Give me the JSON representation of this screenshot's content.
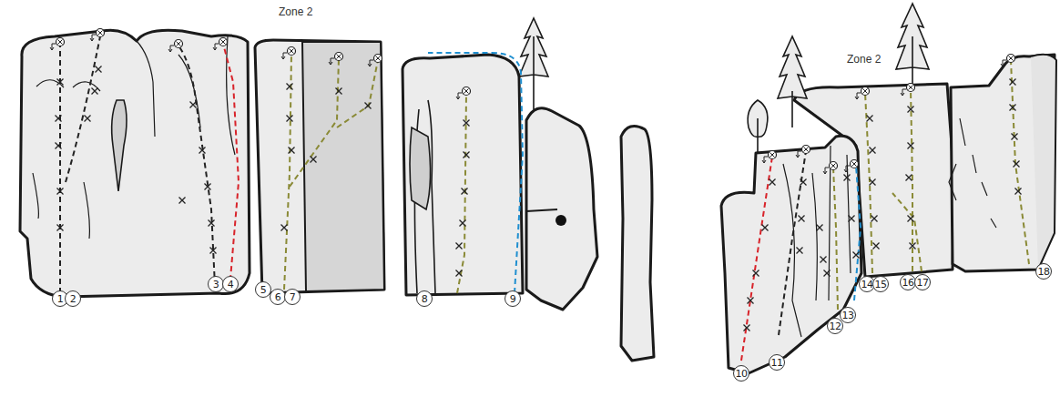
{
  "diagram": {
    "nodes": [
      {
        "text": [
          "1"
        ]
      },
      {
        "text": [
          "2"
        ]
      },
      {
        "text": [
          "3"
        ]
      },
      {
        "text": [
          "4"
        ]
      },
      {
        "text": [
          "5"
        ]
      },
      {
        "text": [
          "6"
        ]
      },
      {
        "text": [
          "7"
        ]
      },
      {
        "text": [
          "8"
        ]
      },
      {
        "text": [
          "9"
        ]
      },
      {
        "text": [
          "10"
        ]
      },
      {
        "text": [
          "11"
        ]
      },
      {
        "text": [
          "12"
        ]
      },
      {
        "text": [
          "13"
        ]
      },
      {
        "text": [
          "14"
        ]
      },
      {
        "text": [
          "15"
        ]
      },
      {
        "text": [
          "16"
        ]
      },
      {
        "text": [
          "17"
        ]
      },
      {
        "text": [
          "18"
        ]
      }
    ],
    "labels": [
      "Zone 2",
      "Zone 2"
    ]
  }
}
